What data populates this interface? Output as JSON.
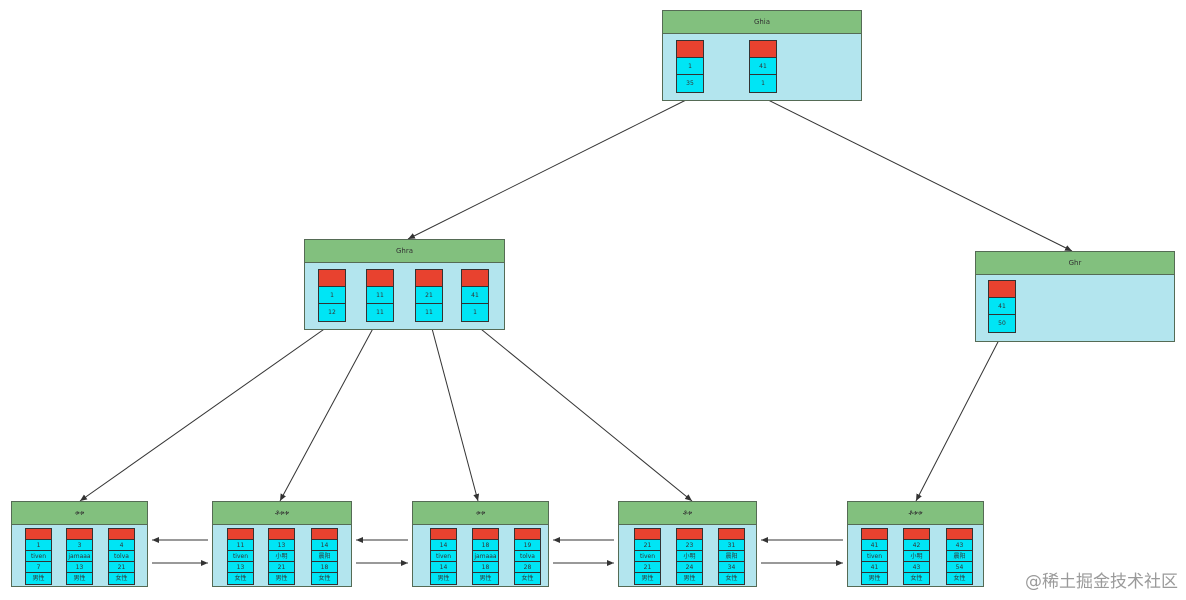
{
  "colors": {
    "title_bar": "#82c07e",
    "page_body": "#b3e5ee",
    "record_header": "#e8422f",
    "record_field": "#00e5f5",
    "edge": "#333333"
  },
  "watermark": "@稀土掘金技术社区",
  "pages": [
    {
      "id": "root",
      "title": "Ghia",
      "records": [
        [
          "",
          "1",
          "35"
        ],
        [
          "",
          "41",
          "1"
        ]
      ]
    },
    {
      "id": "mid-left",
      "title": "Ghra",
      "records": [
        [
          "",
          "1",
          "12"
        ],
        [
          "",
          "11",
          "11"
        ],
        [
          "",
          "21",
          "11"
        ],
        [
          "",
          "41",
          "1"
        ]
      ]
    },
    {
      "id": "mid-right",
      "title": "Ghr",
      "records": [
        [
          "",
          "41",
          "50"
        ]
      ]
    },
    {
      "id": "leaf-1",
      "title": "ቱቱ",
      "records": [
        [
          "",
          "1",
          "tiven",
          "7",
          "男性"
        ],
        [
          "",
          "3",
          "jamaaa",
          "13",
          "男性"
        ],
        [
          "",
          "4",
          "tolva",
          "21",
          "女性"
        ]
      ]
    },
    {
      "id": "leaf-2",
      "title": "ቶቱቱ",
      "records": [
        [
          "",
          "11",
          "tiven",
          "13",
          "女性"
        ],
        [
          "",
          "13",
          "小明",
          "21",
          "男性"
        ],
        [
          "",
          "14",
          "晨阳",
          "18",
          "女性"
        ]
      ]
    },
    {
      "id": "leaf-3",
      "title": "ቱቱ",
      "records": [
        [
          "",
          "14",
          "tiven",
          "14",
          "男性"
        ],
        [
          "",
          "18",
          "jamaaa",
          "18",
          "男性"
        ],
        [
          "",
          "19",
          "tolva",
          "28",
          "女性"
        ]
      ]
    },
    {
      "id": "leaf-4",
      "title": "ቶቱ",
      "records": [
        [
          "",
          "21",
          "tiven",
          "21",
          "男性"
        ],
        [
          "",
          "23",
          "小明",
          "24",
          "男性"
        ],
        [
          "",
          "31",
          "晨阳",
          "34",
          "女性"
        ]
      ]
    },
    {
      "id": "leaf-5",
      "title": "ቶቱቱ",
      "records": [
        [
          "",
          "41",
          "tiven",
          "41",
          "男性"
        ],
        [
          "",
          "42",
          "小明",
          "43",
          "女性"
        ],
        [
          "",
          "43",
          "晨阳",
          "54",
          "女性"
        ]
      ]
    }
  ]
}
